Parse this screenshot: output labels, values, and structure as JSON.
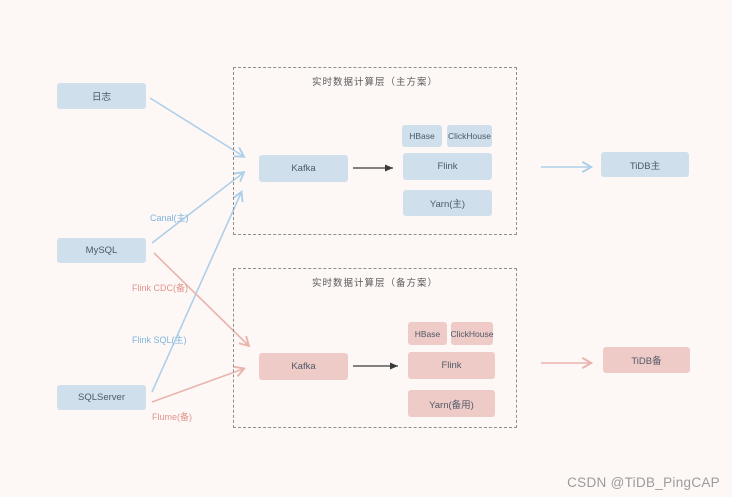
{
  "diagram": {
    "sources": [
      {
        "label": "日志"
      },
      {
        "label": "MySQL"
      },
      {
        "label": "SQLServer"
      }
    ],
    "main_cluster": {
      "title": "实时数据计算层（主方案）",
      "kafka": "Kafka",
      "hbase": "HBase",
      "clickhouse": "ClickHouse",
      "flink": "Flink",
      "yarn": "Yarn(主)"
    },
    "backup_cluster": {
      "title": "实时数据计算层（备方案）",
      "kafka": "Kafka",
      "hbase": "HBase",
      "clickhouse": "ClickHouse",
      "flink": "Flink",
      "yarn": "Yarn(备用)"
    },
    "targets": {
      "tidb_main": "TiDB主",
      "tidb_backup": "TiDB备"
    },
    "edge_labels": {
      "canal": "Canal(主)",
      "flink_cdc": "Flink CDC(备)",
      "flink_sql": "Flink SQL(主)",
      "flume": "Flume(备)"
    },
    "colors": {
      "background": "#fdf8f6",
      "node_blue": "#cfdfec",
      "node_pink": "#efcbc8",
      "arrow_blue": "#aecfe9",
      "arrow_pink": "#e9b4ae",
      "edge_label_blue": "#7fb5de",
      "edge_label_pink": "#e2948d",
      "node_text": "#4e5a66",
      "cluster_border": "#8f8f8f",
      "connector_dark": "#3a3a3a"
    }
  },
  "watermark": "CSDN @TiDB_PingCAP"
}
